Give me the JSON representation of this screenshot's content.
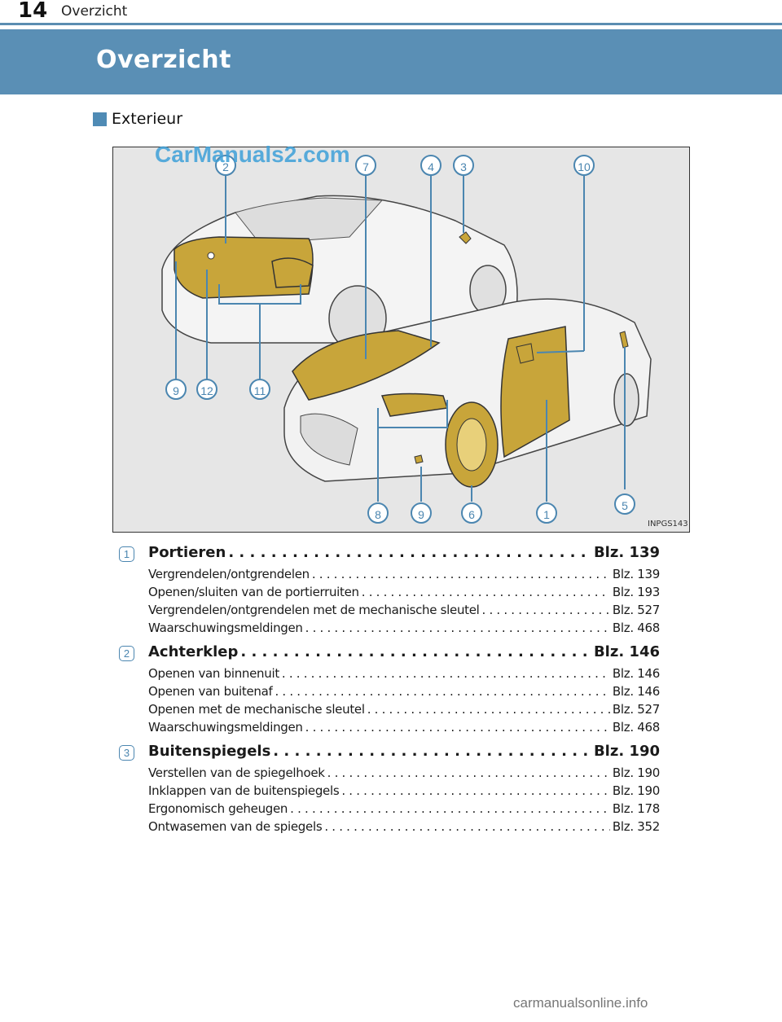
{
  "header": {
    "page_number": "14",
    "running_title": "Overzicht"
  },
  "banner": {
    "title": "Overzicht"
  },
  "section": {
    "label": "Exterieur"
  },
  "figure": {
    "watermark": "CarManuals2.com",
    "code": "INPGS143",
    "callouts": {
      "top": [
        "2",
        "7",
        "4",
        "3",
        "10"
      ],
      "left": [
        "9",
        "12",
        "11"
      ],
      "bottom": [
        "8",
        "9",
        "6",
        "1",
        "5"
      ]
    },
    "highlight_color": "#c8a53a"
  },
  "entries": [
    {
      "number": "1",
      "title": "Portieren",
      "page": "Blz. 139",
      "items": [
        {
          "text": "Vergrendelen/ontgrendelen",
          "page": "Blz. 139"
        },
        {
          "text": "Openen/sluiten van de portierruiten",
          "page": "Blz. 193"
        },
        {
          "text": "Vergrendelen/ontgrendelen met de mechanische sleutel",
          "page": "Blz. 527"
        },
        {
          "text": "Waarschuwingsmeldingen",
          "page": "Blz. 468"
        }
      ]
    },
    {
      "number": "2",
      "title": "Achterklep",
      "page": "Blz. 146",
      "items": [
        {
          "text": "Openen van binnenuit",
          "page": "Blz. 146"
        },
        {
          "text": "Openen van buitenaf",
          "page": "Blz. 146"
        },
        {
          "text": "Openen met de mechanische sleutel",
          "page": "Blz. 527"
        },
        {
          "text": "Waarschuwingsmeldingen",
          "page": "Blz. 468"
        }
      ]
    },
    {
      "number": "3",
      "title": "Buitenspiegels",
      "page": "Blz. 190",
      "items": [
        {
          "text": "Verstellen van de spiegelhoek",
          "page": "Blz. 190"
        },
        {
          "text": "Inklappen van de buitenspiegels",
          "page": "Blz. 190"
        },
        {
          "text": "Ergonomisch geheugen",
          "page": "Blz. 178"
        },
        {
          "text": "Ontwasemen van de spiegels",
          "page": "Blz. 352"
        }
      ]
    }
  ],
  "footer": {
    "site": "carmanualsonline.info"
  }
}
